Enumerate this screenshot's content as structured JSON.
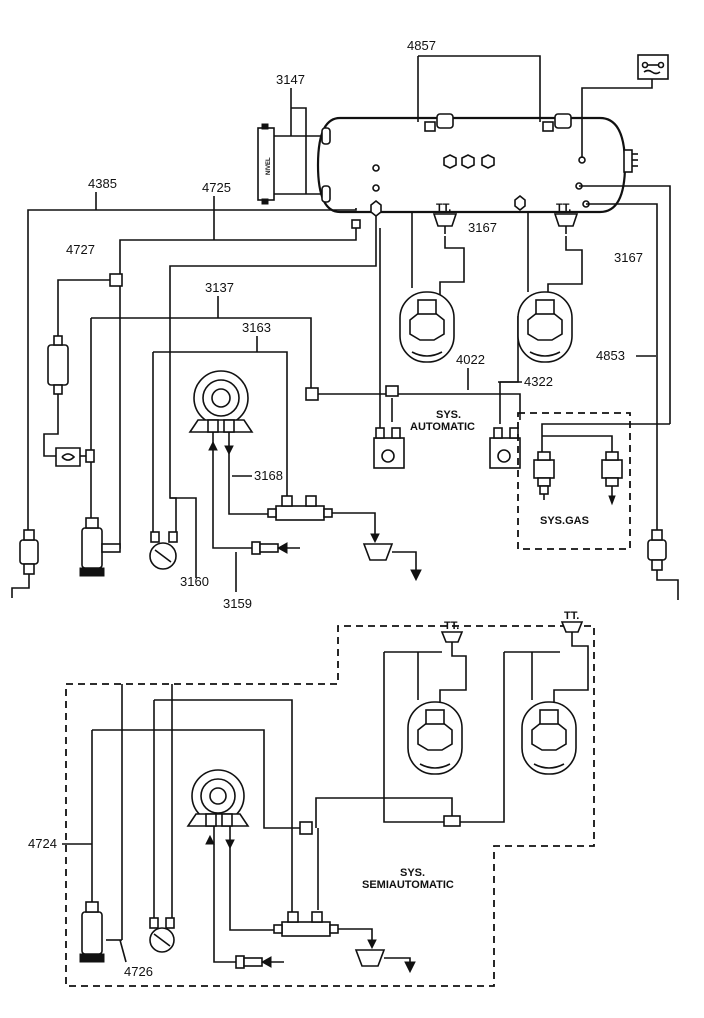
{
  "labels": {
    "l3147": "3147",
    "l4857": "4857",
    "l4385": "4385",
    "l4725": "4725",
    "l4727": "4727",
    "l3167a": "3167",
    "l3167b": "3167",
    "l3137": "3137",
    "l3163": "3163",
    "l4022": "4022",
    "l4322": "4322",
    "l4853": "4853",
    "l3168": "3168",
    "l3160": "3160",
    "l3159": "3159",
    "l4724": "4724",
    "l4726": "4726"
  },
  "captions": {
    "sys_automatic_1": "SYS.",
    "sys_automatic_2": "AUTOMATIC",
    "sys_gas": "SYS.GAS",
    "sys_semi_1": "SYS.",
    "sys_semi_2": "SEMIAUTOMATIC",
    "tt_left": "TT.",
    "tt_right": "TT.",
    "tt_lower_left": "TT.",
    "tt_lower_right": "TT.",
    "level_gauge": "NIVEL"
  }
}
